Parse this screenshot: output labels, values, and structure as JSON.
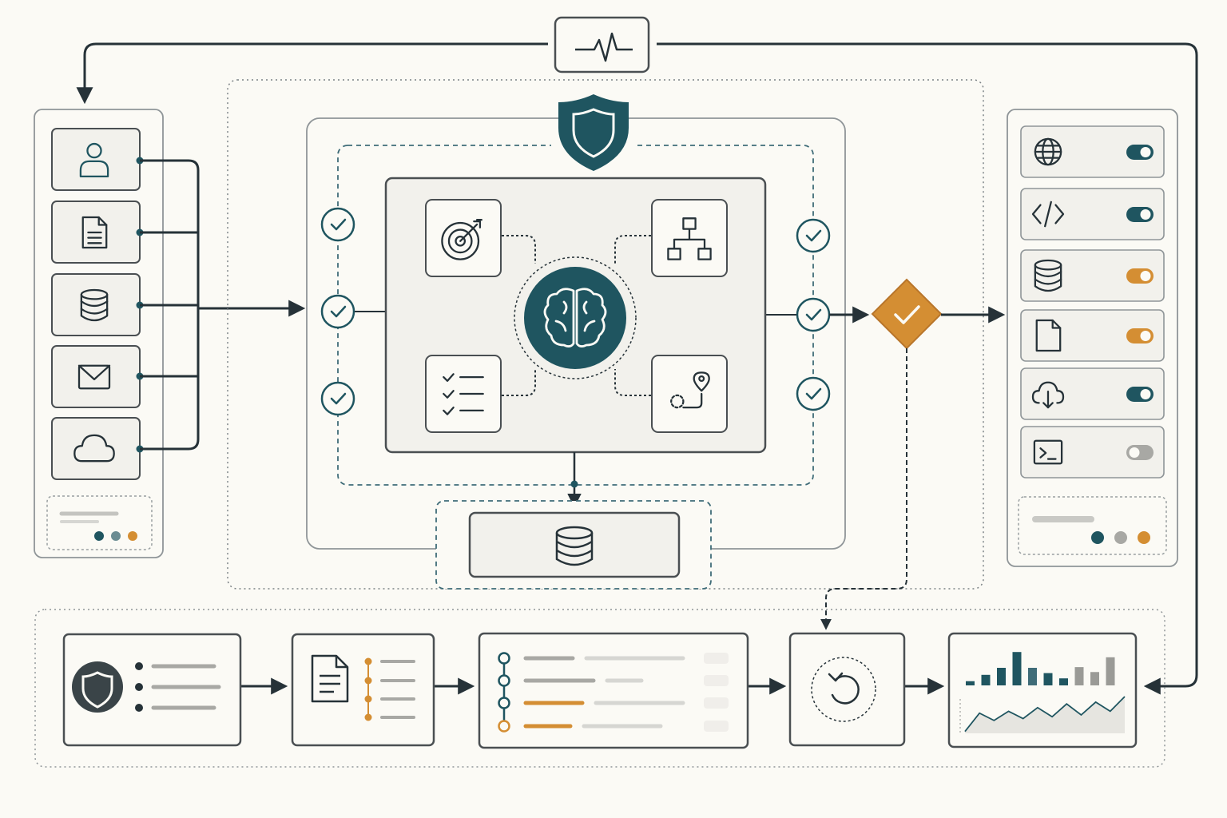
{
  "colors": {
    "background": "#fbfaf5",
    "ink": "#263238",
    "teal": "#1f5560",
    "teal_dashed": "#3f6c78",
    "orange": "#d48e33",
    "gray_line": "#b3b3b0",
    "panel_fill": "#f2f1ec",
    "card_fill": "#fbfaf5",
    "border": "#4a4f52",
    "soft_border": "#9aa0a2"
  },
  "monitor": {
    "icon": "heartbeat-icon"
  },
  "input_sources": {
    "items": [
      {
        "icon": "user-icon"
      },
      {
        "icon": "document-icon"
      },
      {
        "icon": "database-icon"
      },
      {
        "icon": "mail-icon"
      },
      {
        "icon": "cloud-icon"
      }
    ],
    "legend_dots": [
      "#1f5560",
      "#6b8c92",
      "#d48e33"
    ]
  },
  "core": {
    "shield_icon": "shield-icon",
    "center_icon": "brain-icon",
    "modules": [
      {
        "icon": "target-icon"
      },
      {
        "icon": "hierarchy-icon"
      },
      {
        "icon": "checklist-icon"
      },
      {
        "icon": "route-icon"
      }
    ],
    "left_checks": 3,
    "right_checks": 3,
    "storage_icon": "database-icon"
  },
  "decision": {
    "icon": "approve-diamond-icon"
  },
  "integrations": {
    "items": [
      {
        "icon": "globe-icon",
        "toggle": "on",
        "color": "#1f5560"
      },
      {
        "icon": "code-icon",
        "toggle": "on",
        "color": "#1f5560"
      },
      {
        "icon": "database-icon",
        "toggle": "on",
        "color": "#d48e33"
      },
      {
        "icon": "file-icon",
        "toggle": "on",
        "color": "#d48e33"
      },
      {
        "icon": "cloud-download-icon",
        "toggle": "on",
        "color": "#1f5560"
      },
      {
        "icon": "terminal-icon",
        "toggle": "off",
        "color": "#a8a8a4"
      }
    ],
    "legend_dots": [
      "#1f5560",
      "#a8a8a4",
      "#d48e33"
    ]
  },
  "pipeline": {
    "stages": [
      {
        "icon": "shield-list-icon"
      },
      {
        "icon": "document-steps-icon"
      },
      {
        "icon": "timeline-icon"
      },
      {
        "icon": "undo-icon"
      },
      {
        "icon": "analytics-icon"
      }
    ]
  },
  "analytics_chart": {
    "bars": [
      0.12,
      0.3,
      0.5,
      0.95,
      0.5,
      0.35,
      0.2,
      0.52,
      0.38,
      0.8
    ],
    "bar_colors": [
      "#1f5560",
      "#1f5560",
      "#1f5560",
      "#1f5560",
      "#3f6c78",
      "#1f5560",
      "#1f5560",
      "#9a9a96",
      "#9a9a96",
      "#9a9a96"
    ],
    "area": [
      0.05,
      0.55,
      0.35,
      0.6,
      0.4,
      0.7,
      0.45,
      0.8,
      0.5,
      0.85,
      0.6,
      1.0
    ]
  }
}
